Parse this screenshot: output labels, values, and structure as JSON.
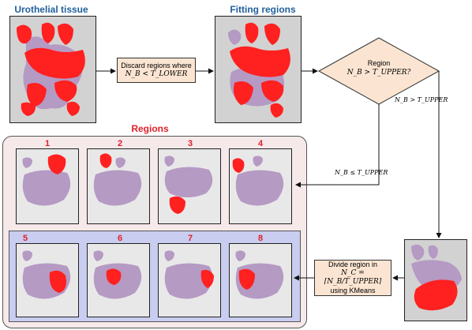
{
  "titles": {
    "urothelial": "Urothelial tissue",
    "fitting": "Fitting regions",
    "regions": "Regions"
  },
  "boxes": {
    "discard_line1": "Discard regions where",
    "discard_math": "N_B < T_LOWER",
    "decision_line1": "Region",
    "decision_math": "N_B > T_UPPER?",
    "divide_line1": "Divide region in",
    "divide_math": "N_C = ⌈N_B/T_UPPER⌉",
    "divide_line3": "using KMeans"
  },
  "edge_labels": {
    "yes": "N_B > T_UPPER",
    "no": "N_B ≤ T_UPPER"
  },
  "region_numbers": [
    "1",
    "2",
    "3",
    "4",
    "5",
    "6",
    "7",
    "8"
  ],
  "colors": {
    "title_blue": "#1f5f9c",
    "title_red": "#e0202a",
    "box_fill": "#fbe5d2",
    "group_pink": "#f6e9e9",
    "group_blue": "#c9cdf0",
    "tissue": "#b59ac4",
    "region_red": "#ff2020"
  }
}
